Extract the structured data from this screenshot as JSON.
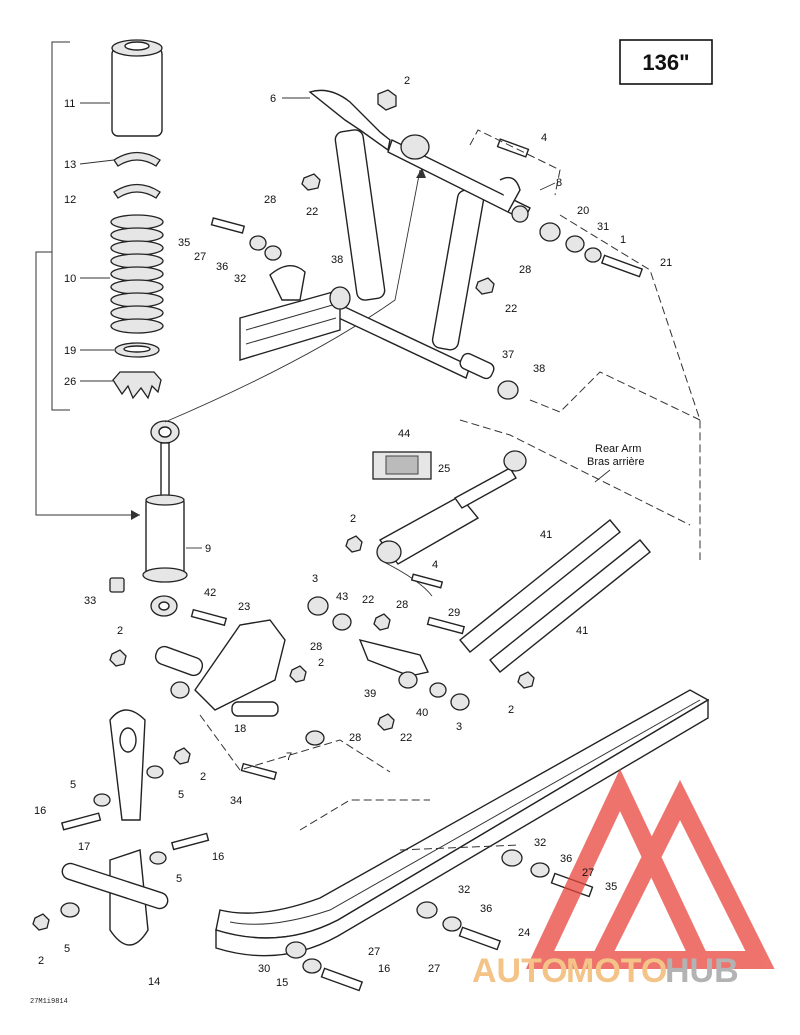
{
  "model_box": "136\"",
  "rear_arm_label": [
    "Rear Arm",
    "Bras arrière"
  ],
  "drawing_code": "27M1i9814",
  "watermark": {
    "auto": "AUTO",
    "moto": "MOTO",
    "hub": "HUB",
    "colors": {
      "red": "#e8453c",
      "orange": "#f0b060",
      "gray": "#9a9a9a"
    }
  },
  "callouts": {
    "c11": "11",
    "c13": "13",
    "c12": "12",
    "c10": "10",
    "c19": "19",
    "c26": "26",
    "c9": "9",
    "c33": "33",
    "c42": "42",
    "c23": "23",
    "c2a": "2",
    "c2b": "2",
    "c28a": "28",
    "c18": "18",
    "c7": "7",
    "c34": "34",
    "c6": "6",
    "c2top": "2",
    "c4top": "4",
    "c8": "8",
    "c20": "20",
    "c31": "31",
    "c1": "1",
    "c21": "21",
    "c28top": "28",
    "c22top": "22",
    "c35top": "35",
    "c27top": "27",
    "c36top": "36",
    "c32top": "32",
    "c38a": "38",
    "c28mid": "28",
    "c22mid": "22",
    "c37": "37",
    "c38b": "38",
    "c44": "44",
    "c25": "25",
    "c2mid": "2",
    "c4mid": "4",
    "c41a": "41",
    "c41b": "41",
    "c3a": "3",
    "c43": "43",
    "c22c": "22",
    "c28c": "28",
    "c29": "29",
    "c39": "39",
    "c40": "40",
    "c3b": "3",
    "c2right": "2",
    "c28d": "28",
    "c22d": "22",
    "c5a": "5",
    "c2l1": "2",
    "c5b": "5",
    "c16a": "16",
    "c17": "17",
    "c16b": "16",
    "c5c": "5",
    "c2l2": "2",
    "c5d": "5",
    "c14": "14",
    "c32a": "32",
    "c36a": "36",
    "c27a": "27",
    "c35b": "35",
    "c32b": "32",
    "c36b": "36",
    "c24": "24",
    "c27b": "27",
    "c30": "30",
    "c15": "15",
    "c27c": "27",
    "c16c": "16"
  }
}
